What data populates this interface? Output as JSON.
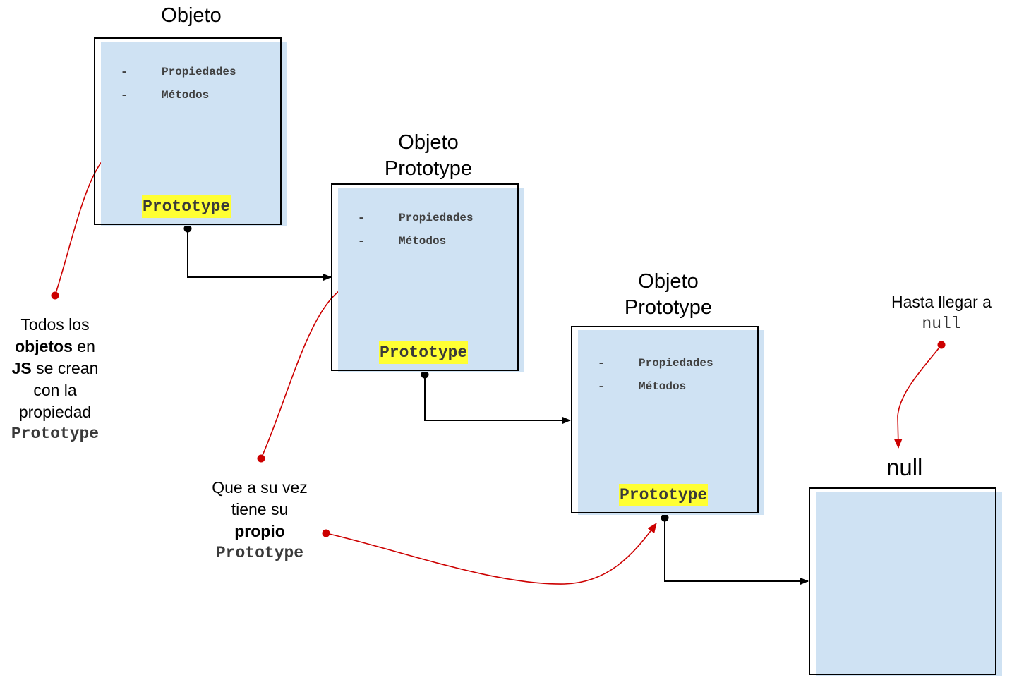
{
  "boxes": [
    {
      "title_lines": [
        "Objeto"
      ],
      "items": [
        "Propiedades",
        "Métodos"
      ],
      "prototype_label": "Prototype"
    },
    {
      "title_lines": [
        "Objeto",
        "Prototype"
      ],
      "items": [
        "Propiedades",
        "Métodos"
      ],
      "prototype_label": "Prototype"
    },
    {
      "title_lines": [
        "Objeto",
        "Prototype"
      ],
      "items": [
        "Propiedades",
        "Métodos"
      ],
      "prototype_label": "Prototype"
    }
  ],
  "null_box": {
    "title": "null"
  },
  "item_dash": "-",
  "notes": {
    "todos": {
      "line1": "Todos los",
      "line2_bold": "objetos",
      "line2_rest": " en",
      "line3_bold": "JS",
      "line3_rest": " se crean",
      "line4": "con la",
      "line5": "propiedad",
      "line6_mono": "Prototype"
    },
    "que": {
      "line1": "Que a su vez",
      "line2": "tiene su",
      "line3_bold": "propio",
      "line4_mono": "Prototype"
    },
    "hasta": {
      "line1": "Hasta llegar a",
      "line2_mono": "null"
    }
  },
  "colors": {
    "box_fill": "#cfe2f3",
    "highlight": "#ffff33",
    "annotation": "#cc0000",
    "connector": "#000000"
  }
}
